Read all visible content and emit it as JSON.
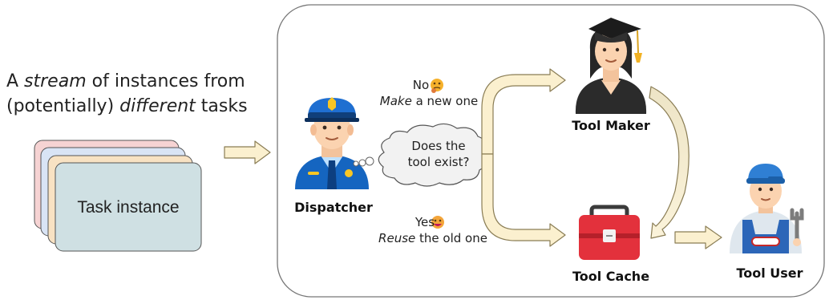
{
  "stream": {
    "line1_prefix": "A ",
    "line1_em": "stream",
    "line1_suffix": " of instances from",
    "line2_prefix": "(potentially) ",
    "line2_em": "different",
    "line2_suffix": " tasks"
  },
  "task_card": {
    "label": "Task instance"
  },
  "dispatcher": {
    "label": "Dispatcher",
    "icon": "police-officer-icon"
  },
  "bubble": {
    "line1": "Does the",
    "line2": "tool exist?"
  },
  "branch_no": {
    "answer": "No",
    "answer_icon": "thinking-face-emoji",
    "em": "Make",
    "rest": " a new one"
  },
  "branch_yes": {
    "answer": "Yes",
    "answer_icon": "grinning-face-emoji",
    "em": "Reuse",
    "rest": " the old one"
  },
  "tool_maker": {
    "label": "Tool Maker",
    "icon": "graduate-icon"
  },
  "tool_cache": {
    "label": "Tool Cache",
    "icon": "toolbox-icon"
  },
  "tool_user": {
    "label": "Tool User",
    "icon": "mechanic-icon"
  },
  "colors": {
    "arrow_fill": "#fbf0cf",
    "arrow_stroke": "#8a7d55",
    "card_colors": [
      "#f6d3d3",
      "#d9e4f5",
      "#f8e2c3",
      "#cfe0e3"
    ],
    "card_stroke": "#555555",
    "panel_stroke": "#777777",
    "toolbox_red": "#e3313c"
  }
}
